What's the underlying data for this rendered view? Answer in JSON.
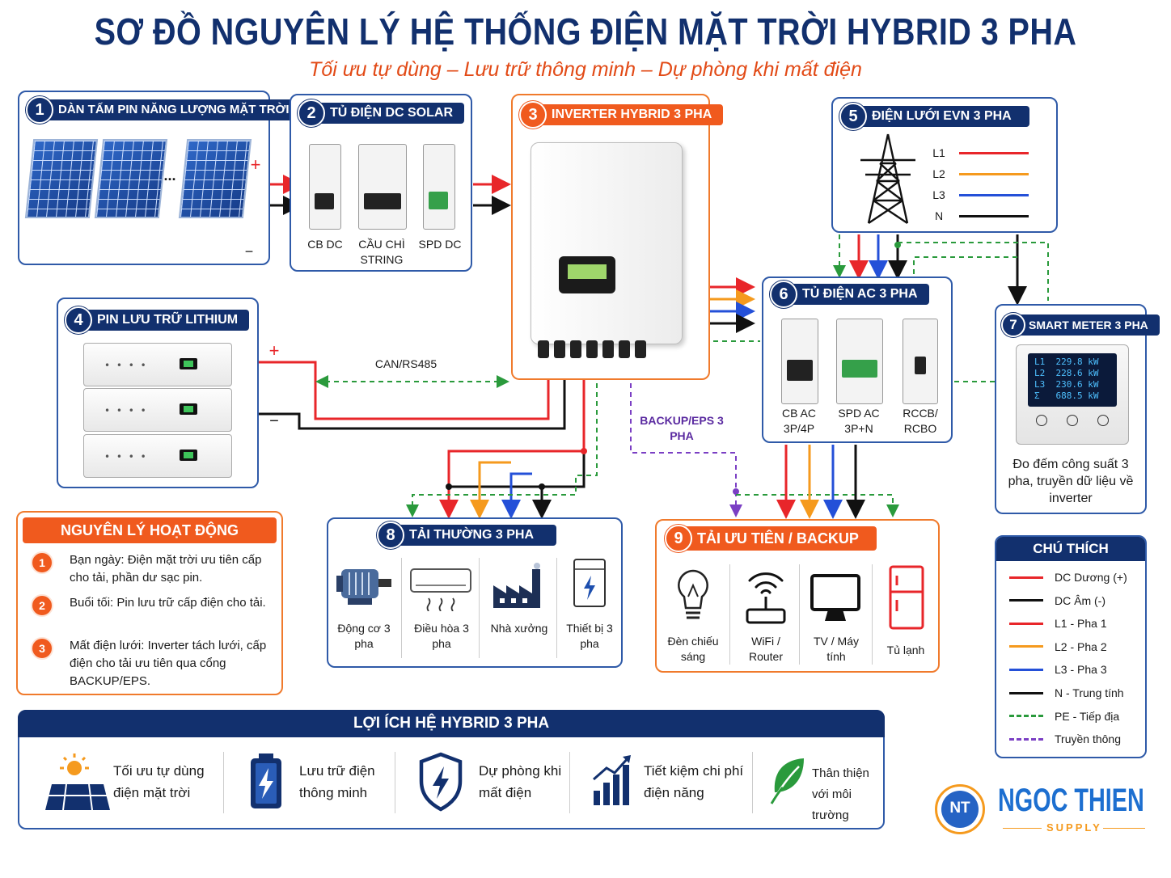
{
  "title": "SƠ ĐỒ NGUYÊN LÝ HỆ THỐNG ĐIỆN MẶT TRỜI HYBRID 3 PHA",
  "subtitle": "Tối ưu tự dùng – Lưu trữ thông minh – Dự phòng khi mất điện",
  "colors": {
    "navy": "#12306e",
    "orange": "#f05a1e",
    "dc_pos": "#e8262a",
    "dc_neg": "#111111",
    "l1": "#e8262a",
    "l2": "#f59a1e",
    "l3": "#2450d8",
    "n": "#111111",
    "pe": "#2a9a3c",
    "data": "#7b3fc4"
  },
  "sections": {
    "s1": {
      "num": "1",
      "label": "DÀN TẤM PIN NĂNG LƯỢNG MẶT TRỜI",
      "plus": "+",
      "minus": "−",
      "ellipsis": "..."
    },
    "s2": {
      "num": "2",
      "label": "TỦ ĐIỆN DC SOLAR",
      "items": [
        "CB DC",
        "CẦU CHÌ STRING",
        "SPD DC"
      ]
    },
    "s3": {
      "num": "3",
      "label": "INVERTER HYBRID 3 PHA"
    },
    "s4": {
      "num": "4",
      "label": "PIN LƯU TRỮ LITHIUM",
      "plus": "+",
      "minus": "−",
      "comm": "CAN/RS485"
    },
    "s5": {
      "num": "5",
      "label": "ĐIỆN LƯỚI EVN 3 PHA",
      "lines": [
        "L1",
        "L2",
        "L3",
        "N"
      ]
    },
    "s6": {
      "num": "6",
      "label": "TỦ ĐIỆN AC 3 PHA",
      "items": [
        "CB AC 3P/4P",
        "SPD AC 3P+N",
        "RCCB/ RCBO"
      ]
    },
    "s7": {
      "num": "7",
      "label": "SMART METER 3 PHA",
      "readings": [
        "L1  229.8 kW",
        "L2  228.6 kW",
        "L3  230.6 kW",
        "Σ   688.5 kW"
      ],
      "desc": "Đo đếm công suất 3 pha, truyền dữ liệu về inverter"
    },
    "s8": {
      "num": "8",
      "label": "TẢI THƯỜNG 3 PHA",
      "items": [
        "Động cơ 3 pha",
        "Điều hòa 3 pha",
        "Nhà xưởng",
        "Thiết bị 3 pha"
      ]
    },
    "s9": {
      "num": "9",
      "label": "TẢI ƯU TIÊN / BACKUP",
      "items": [
        "Đèn chiếu sáng",
        "WiFi / Router",
        "TV / Máy tính",
        "Tủ lạnh"
      ]
    },
    "backup_label": "BACKUP/EPS 3 PHA"
  },
  "principle": {
    "title": "NGUYÊN LÝ HOẠT ĐỘNG",
    "items": [
      {
        "num": "1",
        "text": "Bạn ngày: Điện mặt trời ưu tiên cấp cho tải, phần dư sạc pin."
      },
      {
        "num": "2",
        "text": "Buổi tối: Pin lưu trữ cấp điện cho tải."
      },
      {
        "num": "3",
        "text": "Mất điện lưới: Inverter tách lưới, cấp điện cho tải ưu tiên qua cổng BACKUP/EPS."
      }
    ]
  },
  "legend": {
    "title": "CHÚ THÍCH",
    "items": [
      {
        "label": "DC Dương (+)",
        "color": "#e8262a",
        "dash": false
      },
      {
        "label": "DC Âm (-)",
        "color": "#111111",
        "dash": false
      },
      {
        "label": "L1 - Pha 1",
        "color": "#e8262a",
        "dash": false
      },
      {
        "label": "L2 - Pha 2",
        "color": "#f59a1e",
        "dash": false
      },
      {
        "label": "L3 - Pha 3",
        "color": "#2450d8",
        "dash": false
      },
      {
        "label": "N - Trung tính",
        "color": "#111111",
        "dash": false
      },
      {
        "label": "PE - Tiếp địa",
        "color": "#2a9a3c",
        "dash": true
      },
      {
        "label": "Truyền thông",
        "color": "#7b3fc4",
        "dash": true
      }
    ]
  },
  "benefits": {
    "title": "LỢI ÍCH HỆ HYBRID 3 PHA",
    "items": [
      {
        "icon": "solar-sun-icon",
        "text": "Tối ưu tự dùng điện mặt trời"
      },
      {
        "icon": "battery-icon",
        "text": "Lưu trữ điện thông minh"
      },
      {
        "icon": "shield-bolt-icon",
        "text": "Dự phòng khi mất điện"
      },
      {
        "icon": "chart-up-icon",
        "text": "Tiết kiệm chi phí điện năng"
      },
      {
        "icon": "leaf-icon",
        "text": "Thân thiện với môi trường"
      }
    ]
  },
  "logo": {
    "name": "NGOC THIEN",
    "tag": "SUPPLY",
    "mark": "NT"
  }
}
